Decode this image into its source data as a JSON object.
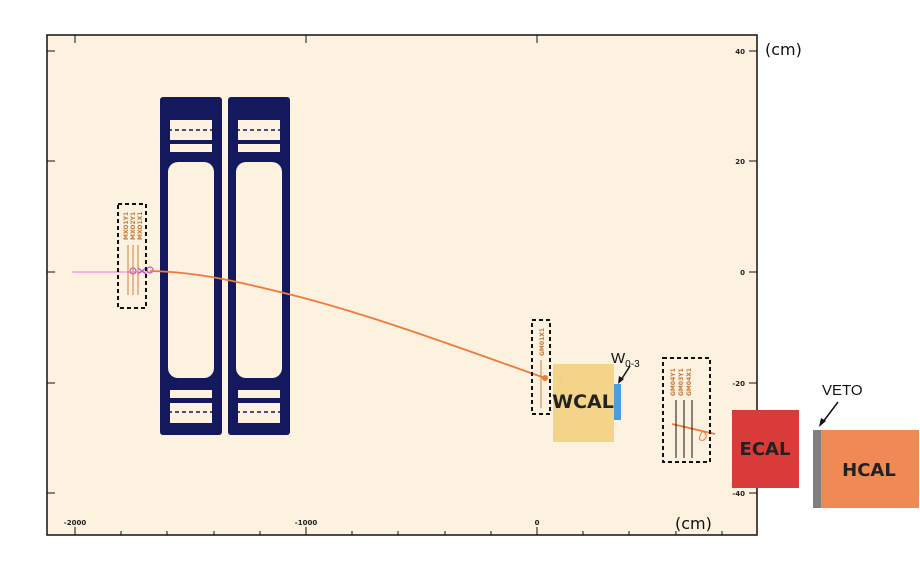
{
  "axes": {
    "x_unit": "(cm)",
    "y_unit": "(cm)",
    "x_ticks": [
      "-2000",
      "-1000",
      "0"
    ],
    "y_ticks": [
      "40",
      "20",
      "0",
      "-20",
      "-40"
    ]
  },
  "chambers": {
    "upstream_labels": [
      "MXO1Y1",
      "MXO2Y1",
      "MXO1X1"
    ],
    "mid_label": "GM01X1",
    "downstream_labels": [
      "GM04Y1",
      "GM03Y1",
      "GM04X1"
    ]
  },
  "detectors": {
    "wcal": "WCAL",
    "wcal_color": "#f2d080",
    "w_label_main": "W",
    "w_label_sub": "0-3",
    "w_color": "#4a9edc",
    "veto": "VETO",
    "veto_color": "#808080",
    "ecal": "ECAL",
    "ecal_color": "#d93a3a",
    "hcal": "HCAL",
    "hcal_color": "#ef8a55"
  },
  "colors": {
    "background": "#fdf1e0",
    "magnet": "#14195e",
    "track": "#f07a3a",
    "beam": "#f4a0d8"
  }
}
